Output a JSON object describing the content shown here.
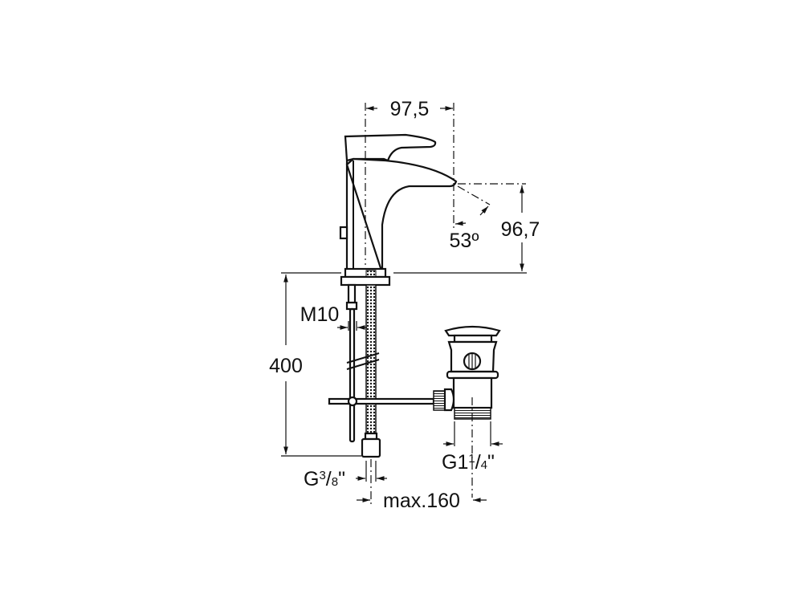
{
  "dimensions": {
    "spout_reach": "97,5",
    "spout_height": "96,7",
    "spout_angle": "53º",
    "hose_length": "400",
    "rod_thread": "M10",
    "hose_thread_main": "G",
    "hose_thread_num": "3",
    "hose_thread_den": "8",
    "hose_thread_unit": "\"",
    "drain_thread_main": "G1",
    "drain_thread_num": "1",
    "drain_thread_den": "4",
    "drain_thread_unit": "\"",
    "drain_distance": "max.160"
  }
}
